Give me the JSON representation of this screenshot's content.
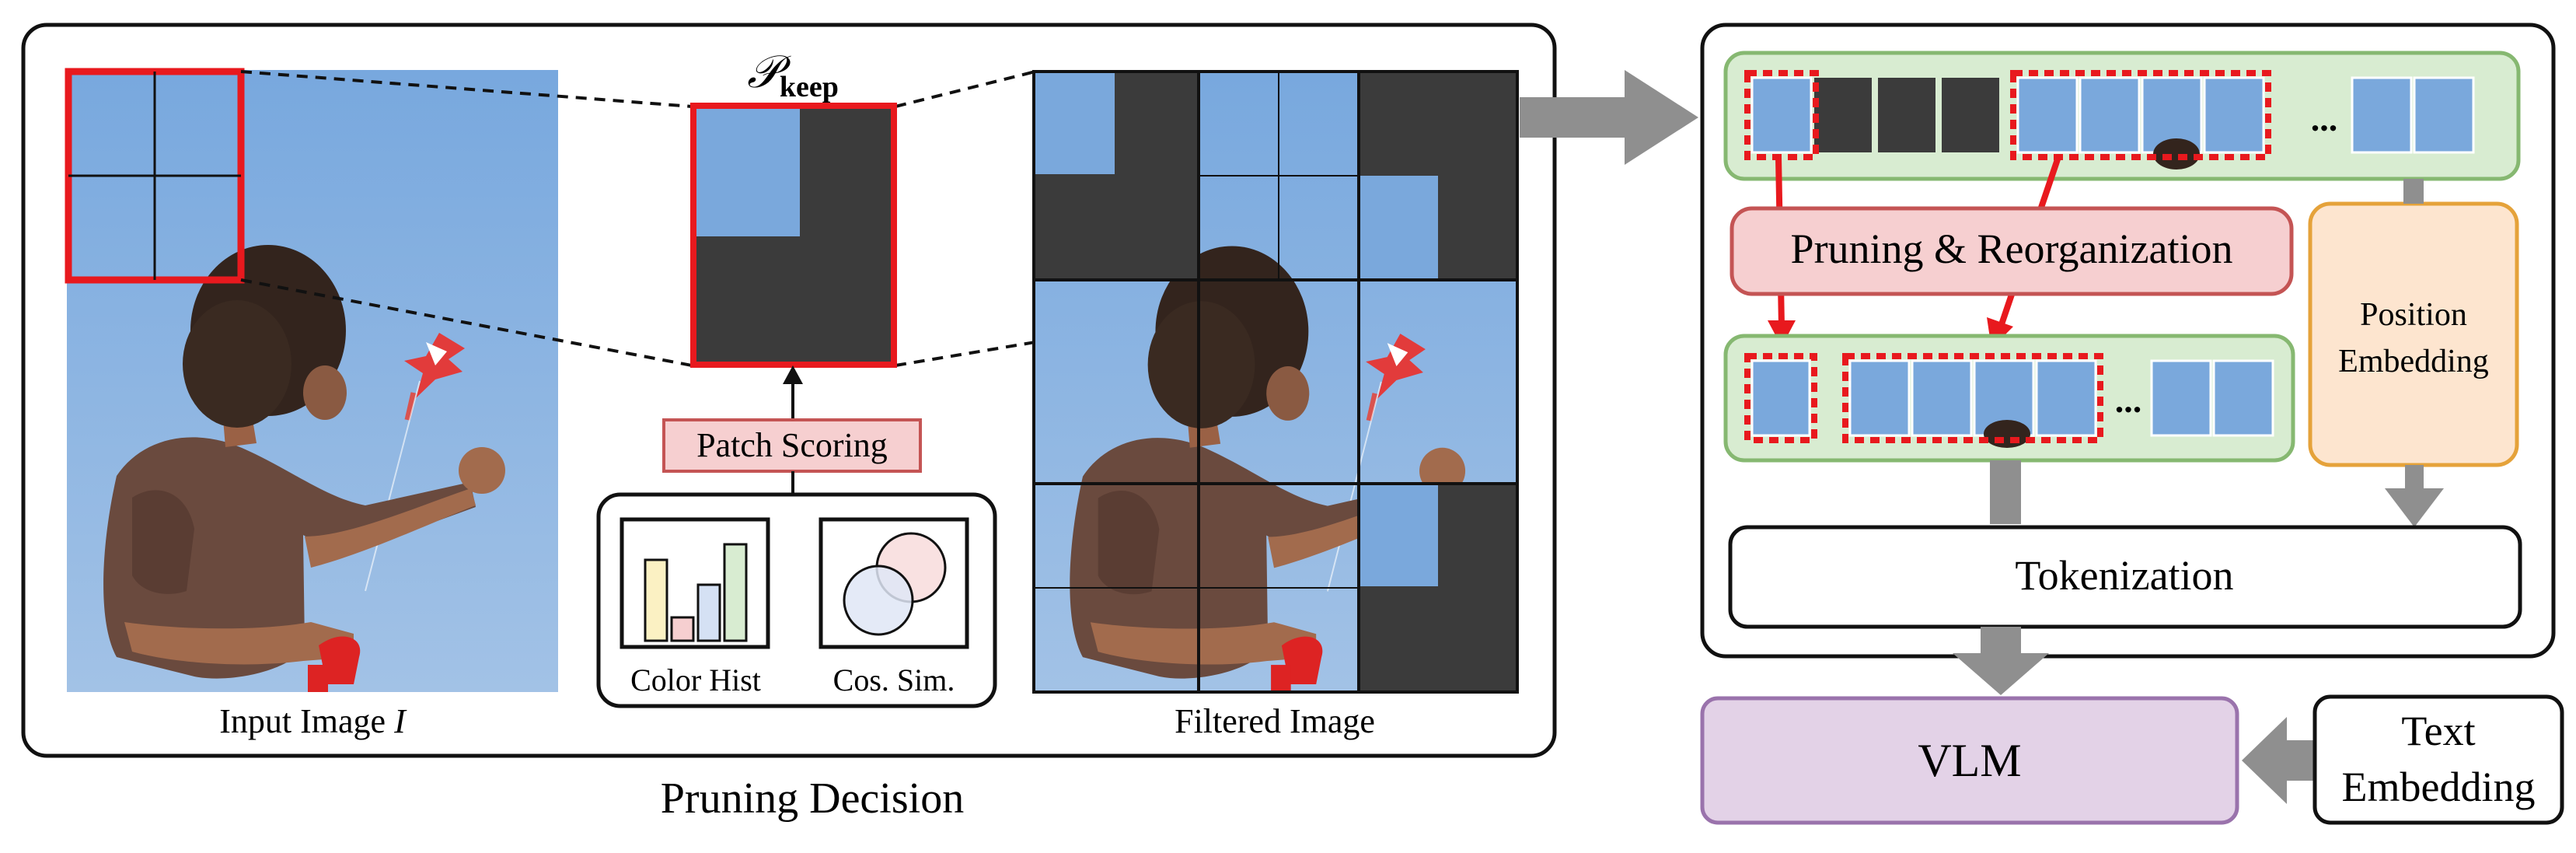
{
  "left_panel": {
    "input_caption": "Input Image ",
    "input_caption_var": "I",
    "p_keep_symbol": "𝒫",
    "p_keep_subscript": "keep",
    "patch_scoring": "Patch Scoring",
    "color_hist": "Color Hist",
    "cos_sim": "Cos. Sim.",
    "filtered_caption": "Filtered Image",
    "section_caption": "Pruning Decision"
  },
  "right_panel": {
    "pruning_reorg": "Pruning & Reorganization",
    "position_embedding_l1": "Position",
    "position_embedding_l2": "Embedding",
    "tokenization": "Tokenization",
    "vlm": "VLM",
    "text_embedding_l1": "Text",
    "text_embedding_l2": "Embedding",
    "ellipsis_top": "...",
    "ellipsis_bottom": "..."
  },
  "colors": {
    "sky": "#7aa8dc",
    "dark_patch": "#3b3b3b",
    "highlight_red": "#e8191e",
    "green_fill": "#d8ecd1",
    "green_stroke": "#86b871",
    "pink_fill": "#f6cfd0",
    "pink_stroke": "#c45454",
    "orange_fill": "#fde5cf",
    "orange_stroke": "#e5a23a",
    "purple_fill": "#e3d2e7",
    "purple_stroke": "#9a73ac",
    "gray_arrow": "#8f8f8f"
  }
}
